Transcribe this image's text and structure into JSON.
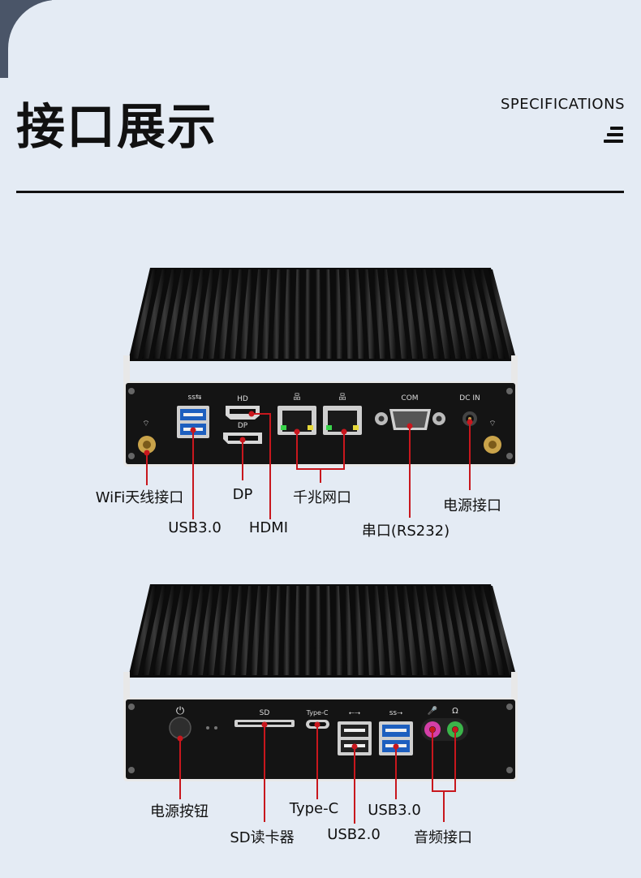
{
  "header": {
    "title": "接口展示",
    "subtitle": "SPECIFICATIONS"
  },
  "colors": {
    "accent": "#c8171d",
    "device": "#141414"
  },
  "rear_panel": {
    "port_marks": {
      "usb": "ss⇆",
      "hd": "HD",
      "dp": "DP",
      "com": "COM",
      "dcin": "DC IN"
    },
    "labels": {
      "wifi": "WiFi天线接口",
      "usb30": "USB3.0",
      "dp": "DP",
      "hdmi": "HDMI",
      "lan": "千兆网口",
      "com": "串口(RS232)",
      "dc": "电源接口"
    }
  },
  "front_panel": {
    "port_marks": {
      "sd": "SD",
      "typec": "Type-C"
    },
    "labels": {
      "power": "电源按钮",
      "sd": "SD读卡器",
      "typec": "Type-C",
      "usb20": "USB2.0",
      "usb30": "USB3.0",
      "audio": "音频接口"
    }
  }
}
